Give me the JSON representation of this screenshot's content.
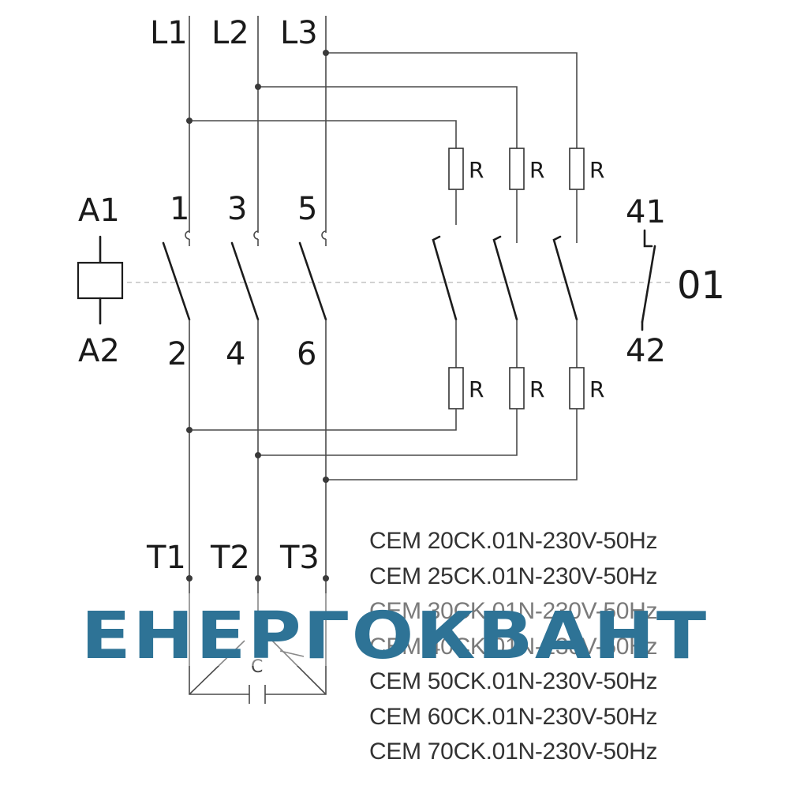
{
  "lines": [
    "L1",
    "L2",
    "L3"
  ],
  "coil": {
    "top": "A1",
    "bottom": "A2"
  },
  "contacts_top": [
    "1",
    "3",
    "5"
  ],
  "contacts_bottom": [
    "2",
    "4",
    "6"
  ],
  "aux_contact": {
    "top": "41",
    "bottom": "42",
    "type": "01"
  },
  "resistor_label": "R",
  "terminals": [
    "T1",
    "T2",
    "T3"
  ],
  "capacitor_label": "C",
  "models": [
    "CEM 20CK.01N-230V-50Hz",
    "CEM 25CK.01N-230V-50Hz",
    "CEM 30CK.01N-230V-50Hz",
    "CEM 40CK.01N-230V-50Hz",
    "CEM 50CK.01N-230V-50Hz",
    "CEM 60CK.01N-230V-50Hz",
    "CEM 70CK.01N-230V-50Hz"
  ],
  "watermark": "ЕНЕРГОКВАНТ",
  "colors": {
    "watermark": "#2e7396",
    "line": "#4a4a4a"
  }
}
